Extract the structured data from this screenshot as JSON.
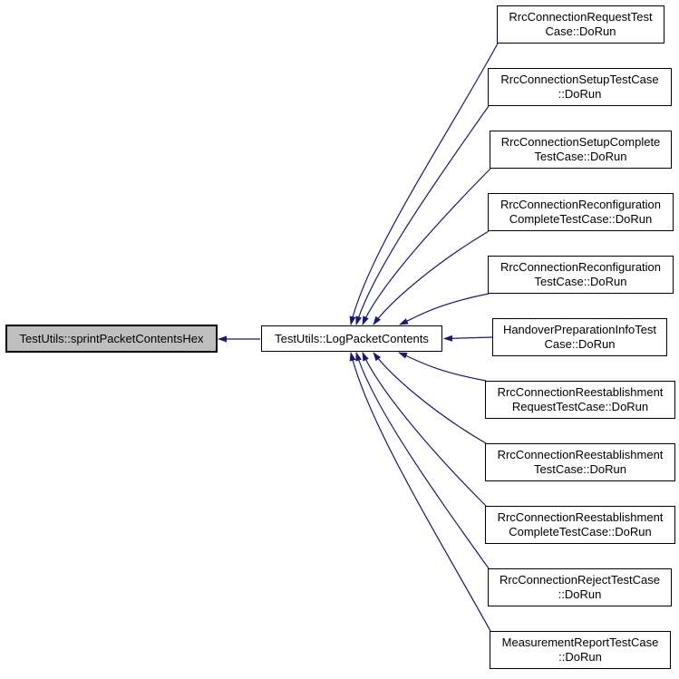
{
  "diagram": {
    "type": "call-graph",
    "arrow_color": "#191970",
    "current_node_fill": "#bfbfbf",
    "node_fill": "#ffffff",
    "border_color": "#000000",
    "nodes": {
      "current": {
        "label": "TestUtils::sprintPacketContentsHex"
      },
      "center": {
        "label": "TestUtils::LogPacketContents"
      },
      "callers": [
        {
          "line1": "RrcConnectionRequestTest",
          "line2": "Case::DoRun"
        },
        {
          "line1": "RrcConnectionSetupTestCase",
          "line2": "::DoRun"
        },
        {
          "line1": "RrcConnectionSetupComplete",
          "line2": "TestCase::DoRun"
        },
        {
          "line1": "RrcConnectionReconfiguration",
          "line2": "CompleteTestCase::DoRun"
        },
        {
          "line1": "RrcConnectionReconfiguration",
          "line2": "TestCase::DoRun"
        },
        {
          "line1": "HandoverPreparationInfoTest",
          "line2": "Case::DoRun"
        },
        {
          "line1": "RrcConnectionReestablishment",
          "line2": "RequestTestCase::DoRun"
        },
        {
          "line1": "RrcConnectionReestablishment",
          "line2": "TestCase::DoRun"
        },
        {
          "line1": "RrcConnectionReestablishment",
          "line2": "CompleteTestCase::DoRun"
        },
        {
          "line1": "RrcConnectionRejectTestCase",
          "line2": "::DoRun"
        },
        {
          "line1": "MeasurementReportTestCase",
          "line2": "::DoRun"
        }
      ]
    }
  }
}
